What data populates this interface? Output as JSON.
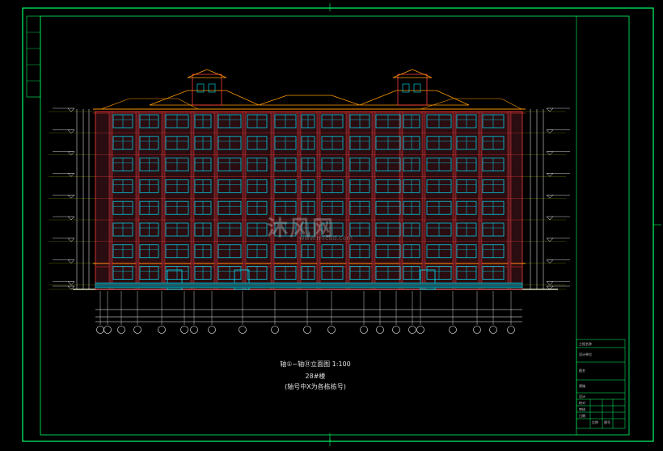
{
  "drawing": {
    "title_line1": "轴①~轴㉛立面图 1:100",
    "title_line2": "28#楼",
    "title_line3": "(轴号中X为各栋栋号)",
    "watermark": "沐风网",
    "watermark_url": "www.mfcad.com"
  },
  "title_block": {
    "cells": [
      "工程名称",
      "设计单位",
      "图名",
      "建施",
      "设计",
      "校对",
      "审核",
      "日期",
      "比例",
      "图号"
    ]
  },
  "colors": {
    "background": "#000000",
    "frame": "#00ff66",
    "dimension": "#ffffff",
    "window": "#00e5ff",
    "wall": "#ff3b3b",
    "roof": "#ff9900",
    "accent_yellow": "#ffff00",
    "grid_bubble": "#ffffff"
  }
}
